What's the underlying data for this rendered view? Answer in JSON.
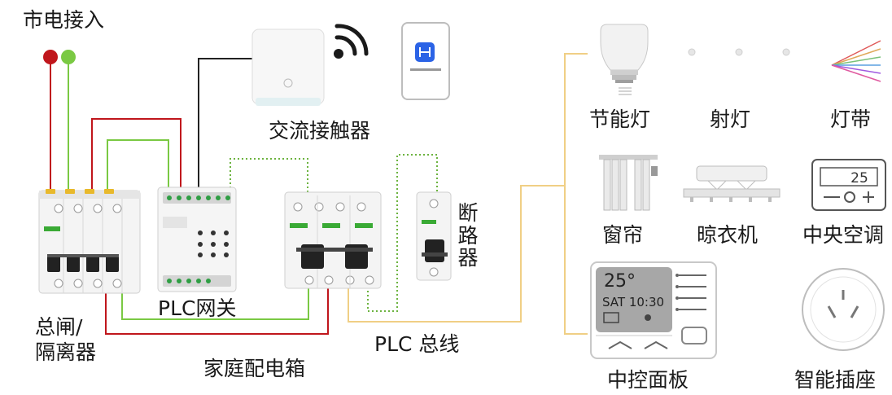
{
  "labels": {
    "mains_input": "市电接入",
    "contactor": "交流接触器",
    "main_switch_line1": "总闸/",
    "main_switch_line2": "隔离器",
    "plc_gateway": "PLC网关",
    "distribution_box": "家庭配电箱",
    "breaker_vertical": "断路器",
    "plc_bus": "PLC 总线",
    "energy_lamp": "节能灯",
    "spot_light": "射灯",
    "light_strip": "灯带",
    "curtain": "窗帘",
    "clothes_dryer": "晾衣机",
    "central_ac": "中央空调",
    "control_panel": "中控面板",
    "smart_socket": "智能插座"
  },
  "panel_display": {
    "temperature": "25°",
    "time": "SAT 10:30"
  },
  "ac_display": "25",
  "colors": {
    "live": "#c0161c",
    "neutral": "#7ac943",
    "wire_dark": "#222222",
    "plc_dotted": "#6cb33f",
    "bus": "#f0cf85",
    "text": "#1a1a1a"
  },
  "icons": [
    "wifi-icon",
    "app-icon",
    "bulb-icon",
    "spotlight-icon",
    "light-strip-icon",
    "curtain-icon",
    "clothes-dryer-icon",
    "thermostat-icon",
    "control-panel-icon",
    "socket-icon"
  ]
}
